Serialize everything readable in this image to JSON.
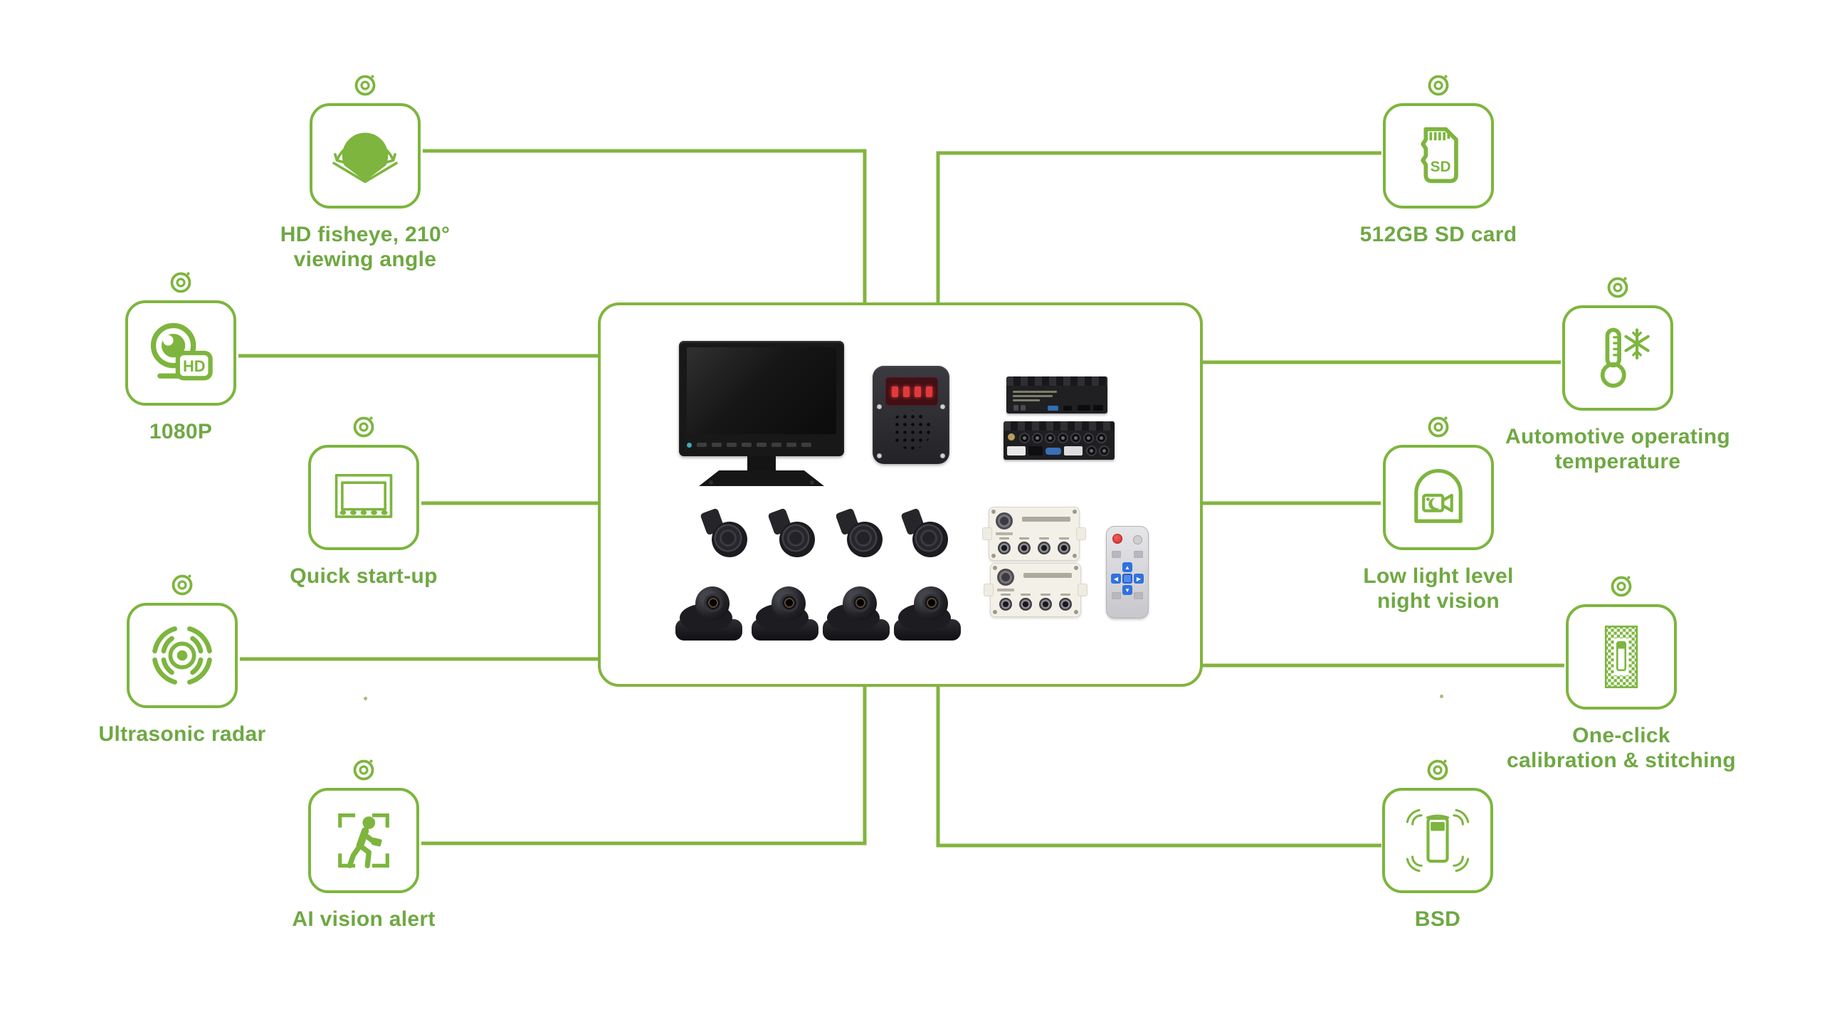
{
  "colors": {
    "line": "#82b43e",
    "icon": "#7db53e",
    "text": "#6fa843"
  },
  "features": {
    "fisheye": {
      "line1": "HD fisheye, 210°",
      "line2": "viewing angle"
    },
    "res1080p": {
      "line1": "1080P"
    },
    "quick_startup": {
      "line1": "Quick start-up"
    },
    "ultrasonic": {
      "line1": "Ultrasonic radar"
    },
    "ai_vision": {
      "line1": "AI vision alert"
    },
    "sd_card": {
      "line1": "512GB SD card"
    },
    "temperature": {
      "line1": "Automotive operating",
      "line2": "temperature"
    },
    "night_vision": {
      "line1": "Low light level",
      "line2": "night vision"
    },
    "calibration": {
      "line1": "One-click",
      "line2": "calibration & stitching"
    },
    "bsd": {
      "line1": "BSD"
    }
  },
  "icon_text": {
    "hd_badge": "HD",
    "sd_label": "SD"
  }
}
